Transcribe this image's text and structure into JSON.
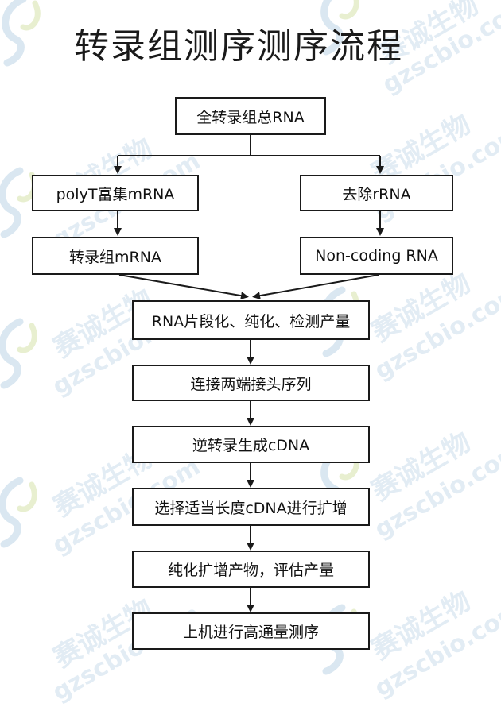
{
  "page": {
    "title": "转录组测序测序流程"
  },
  "flow": {
    "start": "全转录组总RNA",
    "left_enrich": "polyT富集mRNA",
    "right_remove": "去除rRNA",
    "left_result": "转录组mRNA",
    "right_result": "Non-coding RNA",
    "steps": [
      "RNA片段化、纯化、检测产量",
      "连接两端接头序列",
      "逆转录生成cDNA",
      "选择适当长度cDNA进行扩增",
      "纯化扩增产物，评估产量",
      "上机进行高通量测序"
    ]
  },
  "watermark": {
    "brand": "赛诚生物",
    "domain": "gzscbio.com",
    "logo_icon": "swirl-logo-icon",
    "color": "#96b9d7"
  },
  "colors": {
    "line": "#1a1a1a",
    "background": "#ffffff"
  }
}
